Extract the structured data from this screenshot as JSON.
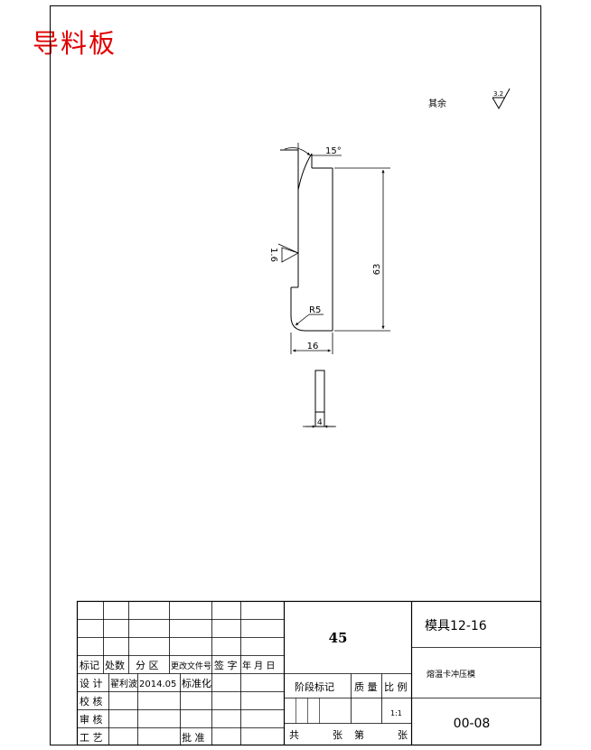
{
  "title": "导料板",
  "roughness_note": {
    "label": "其余",
    "value": "3.2"
  },
  "drawing": {
    "angle_label": "15°",
    "length_label": "63",
    "width_label": "16",
    "radius_label": "R5",
    "roughness_label": "1.6",
    "thickness_label": "4"
  },
  "title_block": {
    "row_headers": [
      "标记",
      "处数",
      "分 区",
      "更改文件号",
      "签 字",
      "年 月 日"
    ],
    "design_label": "设 计",
    "designer_name": "翟利波",
    "date": "2014.05",
    "standardize_label": "标准化",
    "check_label": "校 核",
    "review_label": "审 核",
    "process_label": "工 艺",
    "approve_label": "批 准",
    "material": "45",
    "stage_mark_label": "阶段标记",
    "weight_label": "质 量",
    "scale_label": "比 例",
    "scale_value": "1:1",
    "sheets_total_label": "共",
    "sheets_label": "张",
    "sheet_no_label": "第",
    "sheet_label": "张",
    "mould_number": "模具12-16",
    "part_name": "熔温卡冲压模",
    "drawing_number": "00-08"
  }
}
